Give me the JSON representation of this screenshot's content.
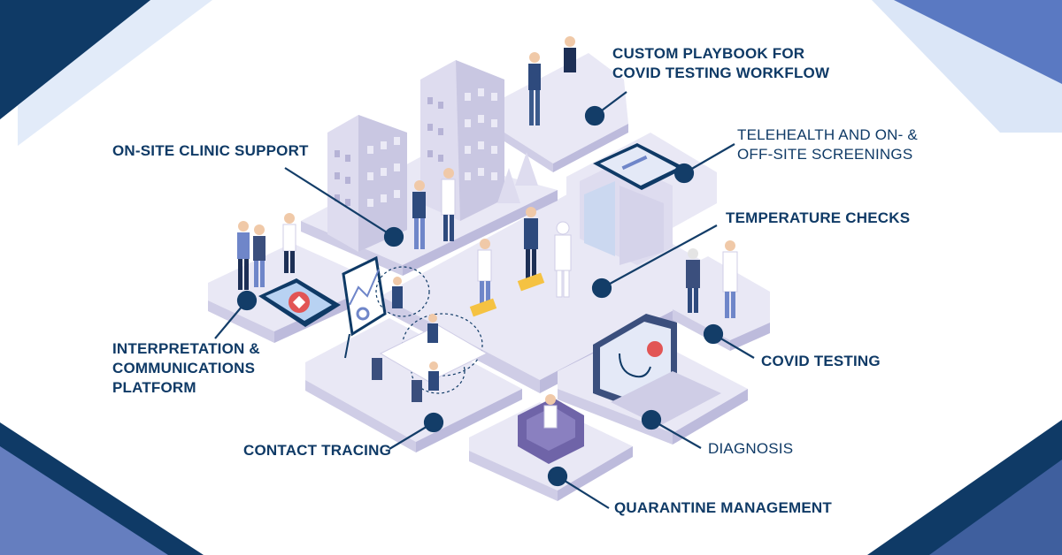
{
  "labels": {
    "playbook": {
      "line1": "CUSTOM PLAYBOOK FOR",
      "line2": "COVID TESTING WORKFLOW"
    },
    "onsite": "ON-SITE CLINIC SUPPORT",
    "telehealth": {
      "line1": "TELEHEALTH AND ON- &",
      "line2": "OFF-SITE SCREENINGS"
    },
    "temperature": "TEMPERATURE CHECKS",
    "interpretation": {
      "line1": "INTERPRETATION &",
      "line2": "COMMUNICATIONS",
      "line3": "PLATFORM"
    },
    "covid_testing": "COVID TESTING",
    "contact_tracing": "CONTACT TRACING",
    "diagnosis": "DIAGNOSIS",
    "quarantine": "QUARANTINE MANAGEMENT"
  },
  "colors": {
    "navy": "#0f3a66",
    "accent_blue": "#6f86c9",
    "light_blue": "#c9d9f2",
    "platform": "#e9e8f5",
    "platform_side": "#cfcde6",
    "building": "#dedcef",
    "dot": "#133d68"
  },
  "icons": [
    "medical-cross-icon",
    "stethoscope-icon",
    "tablet-icon",
    "laptop-icon",
    "chart-board-icon"
  ]
}
